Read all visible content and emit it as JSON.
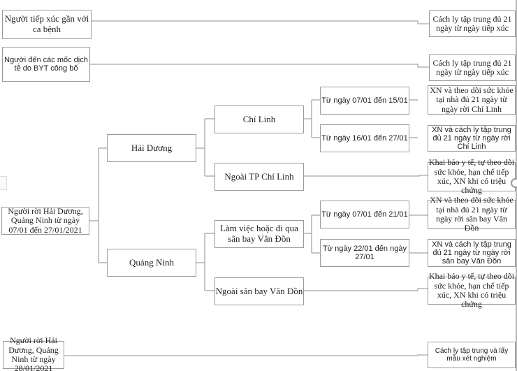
{
  "diagram": {
    "rows": [
      {
        "source": "Người tiếp xúc gần với ca bệnh",
        "action": "Cách ly tập trung đủ 21 ngày từ ngày tiếp xúc"
      },
      {
        "source": "Người đến các mốc dịch tễ do BYT công bố",
        "action": "Cách ly tập trung đủ 21 ngày từ ngày tiếp xúc"
      }
    ],
    "main": {
      "source": "Người rời Hải Dương, Quảng Ninh từ ngày 07/01 đến 27/01/2021",
      "provinces": [
        {
          "name": "Hải Dương",
          "areas": [
            {
              "name": "Chí Linh",
              "periods": [
                {
                  "label": "Từ ngày 07/01 đến 15/01",
                  "action": "XN và theo dõi sức khỏe tại nhà đủ 21 ngày từ ngày rời Chí Linh"
                },
                {
                  "label": "Từ ngày 16/01 đến 27/01",
                  "action": "XN và cách ly tập trung đủ 21 ngày từ ngày rời Chí Linh"
                }
              ]
            },
            {
              "name": "Ngoài TP Chí Linh",
              "action": "Khai báo y tế, tự theo dõi sức khỏe, hạn chế tiếp xúc, XN khi có triệu chứng"
            }
          ]
        },
        {
          "name": "Quảng Ninh",
          "areas": [
            {
              "name": "Làm việc hoặc đi qua sân bay Vân Đồn",
              "periods": [
                {
                  "label": "Từ ngày 07/01 đến 21/01",
                  "action": "XN và theo dõi sức khỏe tại nhà đủ 21 ngày từ ngày rời sân bay Vân Đồn"
                },
                {
                  "label": "Từ ngày 22/01 đến ngày 27/01",
                  "action": "XN và cách ly tập trung đủ 21 ngày từ ngày rời  sân bay Vân Đồn"
                }
              ]
            },
            {
              "name": "Ngoài sân bay Vân Đồn",
              "action": "Khai báo y tế, tự theo dõi sức khỏe, hạn chế tiếp xúc, XN khi có triệu chứng"
            }
          ]
        }
      ]
    },
    "late": {
      "source": "Người rời Hải Dương, Quảng Ninh từ ngày 28/01/2021",
      "action": "Cách ly tập trung và lấy mẫu xét nghiệm"
    }
  },
  "colors": {
    "connector": "#a6a6a6",
    "border": "#9a9a9a",
    "text": "#222222"
  }
}
